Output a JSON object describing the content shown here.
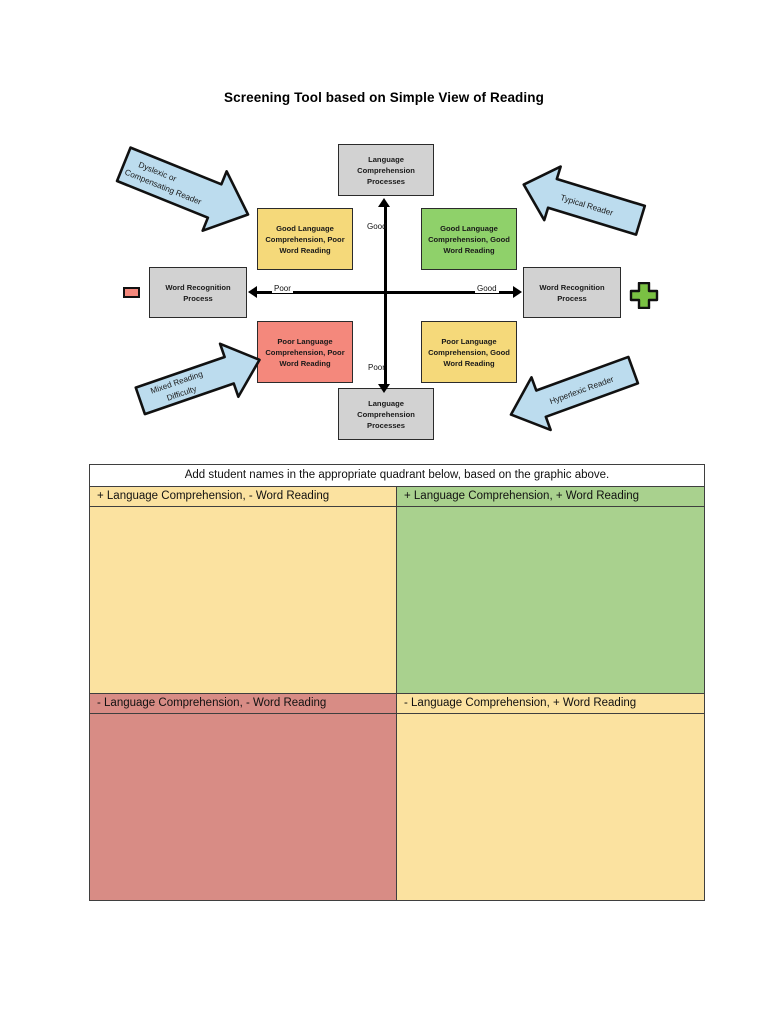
{
  "page": {
    "title": "Screening Tool based on Simple View of Reading"
  },
  "diagram": {
    "top_box": "Language Comprehension Processes",
    "bottom_box": "Language Comprehension Processes",
    "left_box": "Word Recognition Process",
    "right_box": "Word Recognition Process",
    "quadrants": {
      "top_left": "Good Language Comprehension, Poor Word Reading",
      "top_right": "Good Language Comprehension, Good Word Reading",
      "bottom_left": "Poor Language Comprehension, Poor Word Reading",
      "bottom_right": "Poor Language Comprehension, Good Word Reading"
    },
    "axis_labels": {
      "vertical_top": "Good",
      "vertical_bottom": "Poor",
      "horizontal_left": "Poor",
      "horizontal_right": "Good"
    },
    "arrows": {
      "top_left_line1": "Dyslexic or",
      "top_left_line2": "Compensating Reader",
      "top_right": "Typical Reader",
      "bottom_left_line1": "Mixed Reading",
      "bottom_left_line2": "Difficulty",
      "bottom_right": "Hyperlexic Reader"
    },
    "icons": {
      "left_chip": "red-rectangle-icon",
      "right_chip": "green-plus-icon"
    },
    "colors": {
      "box_gray": "#d2d2d2",
      "box_yellow": "#f5d97a",
      "box_green": "#8fd16a",
      "box_red": "#f4887c",
      "arrow_blue": "#bcdcee"
    }
  },
  "table": {
    "header": "Add student names in the appropriate quadrant below, based on the graphic above.",
    "rows": [
      {
        "left": {
          "label": "+ Language Comprehension, - Word Reading",
          "color": "#fbe2a0",
          "names": ""
        },
        "right": {
          "label": "+ Language Comprehension, + Word Reading",
          "color": "#a9d18e",
          "names": ""
        }
      },
      {
        "left": {
          "label": "- Language Comprehension, - Word Reading",
          "color": "#d88c85",
          "names": ""
        },
        "right": {
          "label": "- Language Comprehension, + Word Reading",
          "color": "#fbe2a0",
          "names": ""
        }
      }
    ]
  }
}
